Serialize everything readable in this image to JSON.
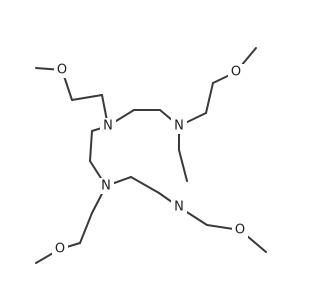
{
  "molecule": {
    "atoms": {
      "n1": "N",
      "n2": "N",
      "n3": "N",
      "n4": "N",
      "o1": "O",
      "o2": "O",
      "o3": "O",
      "o4": "O"
    },
    "colors": {
      "bond": "#3a3a3a",
      "label": "#1f1f1f",
      "background": "#ffffff"
    }
  }
}
